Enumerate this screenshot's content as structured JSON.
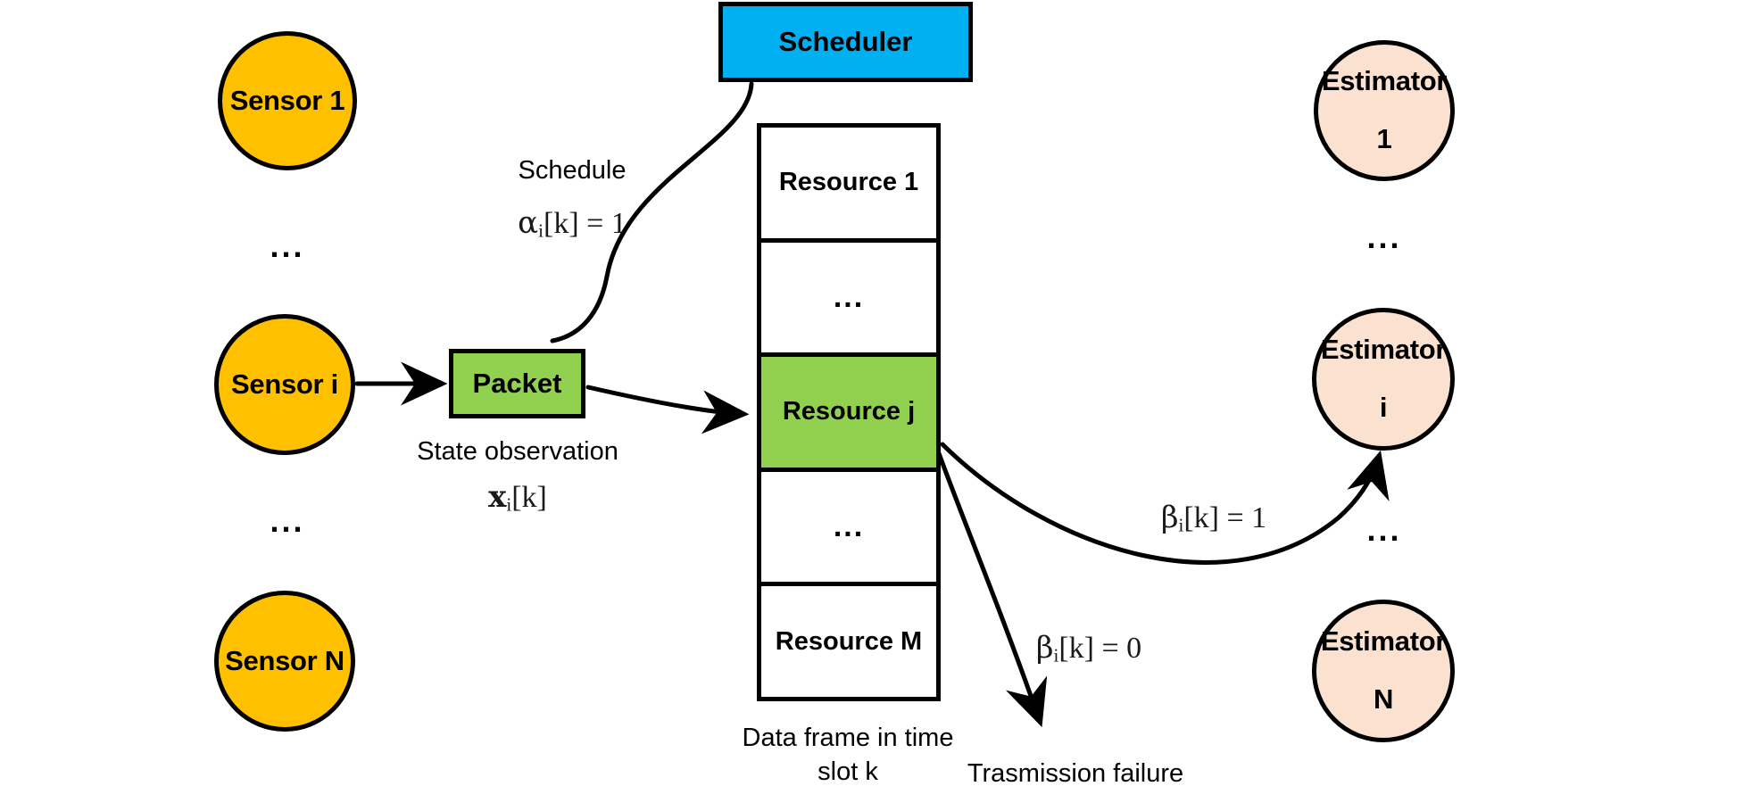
{
  "diagram": {
    "title": "Scheduled sensor-to-estimator transmission over a shared data frame",
    "colors": {
      "sensor_fill": "#FFC000",
      "estimator_fill": "#FBE2D0",
      "scheduler_fill": "#00B0F0",
      "packet_fill": "#92D050",
      "active_resource_fill": "#92D050",
      "stroke": "#000000",
      "background": "#FFFFFF"
    }
  },
  "sensors": {
    "ellipsis": "...",
    "items": [
      {
        "label": "Sensor 1"
      },
      {
        "label": "Sensor i"
      },
      {
        "label": "Sensor N"
      }
    ]
  },
  "estimators": {
    "ellipsis": "...",
    "items": [
      {
        "line1": "Estimator",
        "line2": "1"
      },
      {
        "line1": "Estimator",
        "line2": "i"
      },
      {
        "line1": "Estimator",
        "line2": "N"
      }
    ]
  },
  "scheduler": {
    "label": "Scheduler"
  },
  "packet": {
    "label": "Packet"
  },
  "frame": {
    "caption": "Data frame in time\nslot k",
    "slots": [
      {
        "label": "Resource 1",
        "active": false
      },
      {
        "label": "...",
        "active": false
      },
      {
        "label": "Resource j",
        "active": true
      },
      {
        "label": "...",
        "active": false
      },
      {
        "label": "Resource M",
        "active": false
      }
    ]
  },
  "labels": {
    "schedule_caption": "Schedule",
    "schedule_symbol": {
      "greek": "α",
      "sub": "i",
      "rest": "[k] = 1"
    },
    "observation_caption": "State observation",
    "observation_symbol": {
      "greek": "x",
      "sub": "i",
      "rest": "[k]"
    },
    "success_symbol": {
      "greek": "β",
      "sub": "i",
      "rest": "[k] = 1"
    },
    "failure_symbol": {
      "greek": "β",
      "sub": "i",
      "rest": "[k] = 0"
    },
    "failure_caption": "Trasmission failure"
  }
}
